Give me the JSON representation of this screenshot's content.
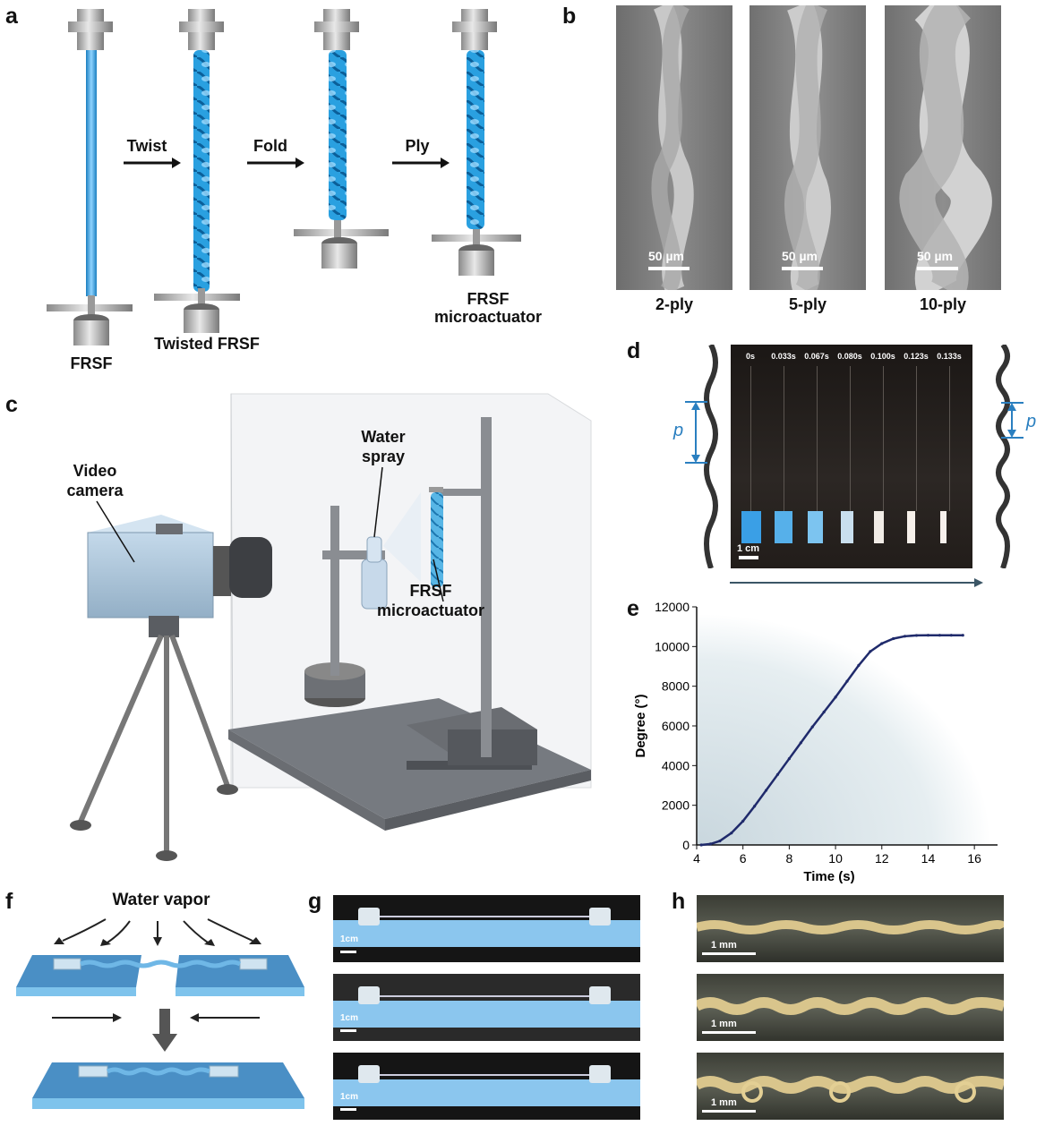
{
  "panel_a": {
    "letter": "a",
    "twist": "Twist",
    "fold": "Fold",
    "ply": "Ply",
    "frsf": "FRSF",
    "twisted": "Twisted FRSF",
    "micro_1": "FRSF",
    "micro_2": "microactuator"
  },
  "panel_b": {
    "letter": "b",
    "scale": "50 µm",
    "images": [
      "2-ply",
      "5-ply",
      "10-ply"
    ]
  },
  "panel_c": {
    "letter": "c",
    "camera_1": "Video",
    "camera_2": "camera",
    "spray_1": "Water",
    "spray_2": "spray",
    "micro_1": "FRSF",
    "micro_2": "microactuator"
  },
  "panel_d": {
    "letter": "d",
    "pitch": "p",
    "times": [
      "0s",
      "0.033s",
      "0.067s",
      "0.080s",
      "0.100s",
      "0.123s",
      "0.133s"
    ],
    "scale": "1 cm"
  },
  "panel_e": {
    "letter": "e"
  },
  "chart_data": {
    "type": "line",
    "xlabel": "Time (s)",
    "ylabel": "Degree (°)",
    "xlim": [
      4,
      17
    ],
    "ylim": [
      0,
      12000
    ],
    "xticks": [
      4,
      6,
      8,
      10,
      12,
      14,
      16
    ],
    "yticks": [
      0,
      2000,
      4000,
      6000,
      8000,
      10000,
      12000
    ],
    "series": [
      {
        "color": "#1f2a6b",
        "x": [
          4.2,
          4.6,
          5.0,
          5.5,
          6.0,
          6.5,
          7.0,
          7.5,
          8.0,
          8.5,
          9.0,
          9.5,
          10.0,
          10.5,
          11.0,
          11.5,
          12.0,
          12.5,
          13.0,
          13.5,
          14.0,
          14.5,
          15.0,
          15.5
        ],
        "y": [
          0,
          50,
          200,
          600,
          1200,
          1950,
          2750,
          3550,
          4350,
          5150,
          5950,
          6700,
          7450,
          8250,
          9050,
          9750,
          10150,
          10400,
          10520,
          10560,
          10570,
          10570,
          10570,
          10570
        ]
      }
    ]
  },
  "panel_f": {
    "letter": "f",
    "vapor": "Water vapor"
  },
  "panel_g": {
    "letter": "g",
    "scale": "1cm"
  },
  "panel_h": {
    "letter": "h",
    "scale": "1 mm"
  }
}
